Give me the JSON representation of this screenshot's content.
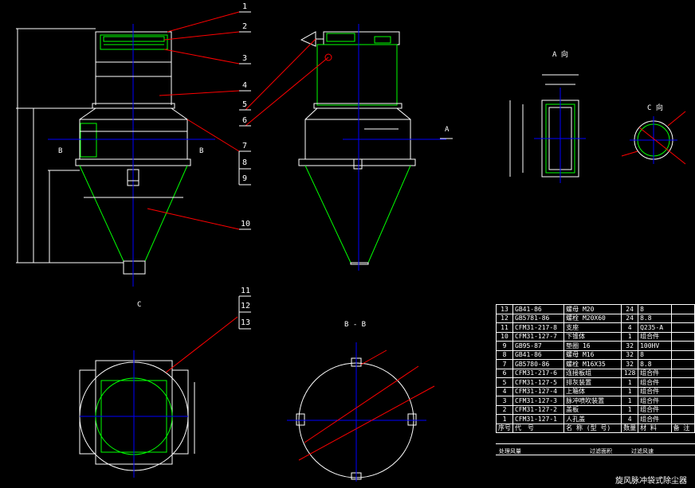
{
  "callouts": [
    "1",
    "2",
    "3",
    "4",
    "5",
    "6",
    "7",
    "8",
    "9",
    "10",
    "11",
    "12",
    "13"
  ],
  "view_labels": {
    "section_a": "A",
    "view_a": "A 向",
    "view_c": "C 向",
    "section_b_left": "B",
    "section_b_right": "B",
    "section_bb": "B - B",
    "view_c_arrow": "C"
  },
  "bom": {
    "header": [
      "序号",
      "代　号",
      "名 称 (型 号)",
      "数量",
      "材 料",
      "备 注"
    ],
    "rows": [
      [
        "13",
        "GB41-86",
        "螺母 M20",
        "24",
        "8",
        ""
      ],
      [
        "12",
        "GB5781-86",
        "螺栓 M20X60",
        "24",
        "8.8",
        ""
      ],
      [
        "11",
        "CFM31-217-8",
        "支座",
        "4",
        "Q235-A",
        ""
      ],
      [
        "10",
        "CFM31-127-7",
        "下锥体",
        "1",
        "组合件",
        ""
      ],
      [
        "9",
        "GB95-87",
        "垫圈 16",
        "32",
        "100HV",
        ""
      ],
      [
        "8",
        "GB41-86",
        "螺母 M16",
        "32",
        "8",
        ""
      ],
      [
        "7",
        "GB5780-86",
        "螺栓 M16X35",
        "32",
        "8.8",
        ""
      ],
      [
        "6",
        "CFM31-217-6",
        "连接板组",
        "128",
        "组合件",
        ""
      ],
      [
        "5",
        "CFM31-127-5",
        "排灰装置",
        "1",
        "组合件",
        ""
      ],
      [
        "4",
        "CFM31-127-4",
        "上箱体",
        "1",
        "组合件",
        ""
      ],
      [
        "3",
        "CFM31-127-3",
        "脉冲喷吹装置",
        "1",
        "组合件",
        ""
      ],
      [
        "2",
        "CFM31-127-2",
        "盖板",
        "1",
        "组合件",
        ""
      ],
      [
        "1",
        "CFM31-127-1",
        "人孔盖",
        "4",
        "组合件",
        ""
      ]
    ]
  },
  "title_block": {
    "row1": [
      "处理风量",
      "过滤面积",
      "过滤风速"
    ],
    "title": "旋风脉冲袋式除尘器"
  },
  "colors": {
    "outline": "#ffffff",
    "part": "#00ff00",
    "leader": "#ff0000",
    "centerline": "#0000ff",
    "dim": "#ff00ff",
    "hatch": "#00ffff"
  }
}
